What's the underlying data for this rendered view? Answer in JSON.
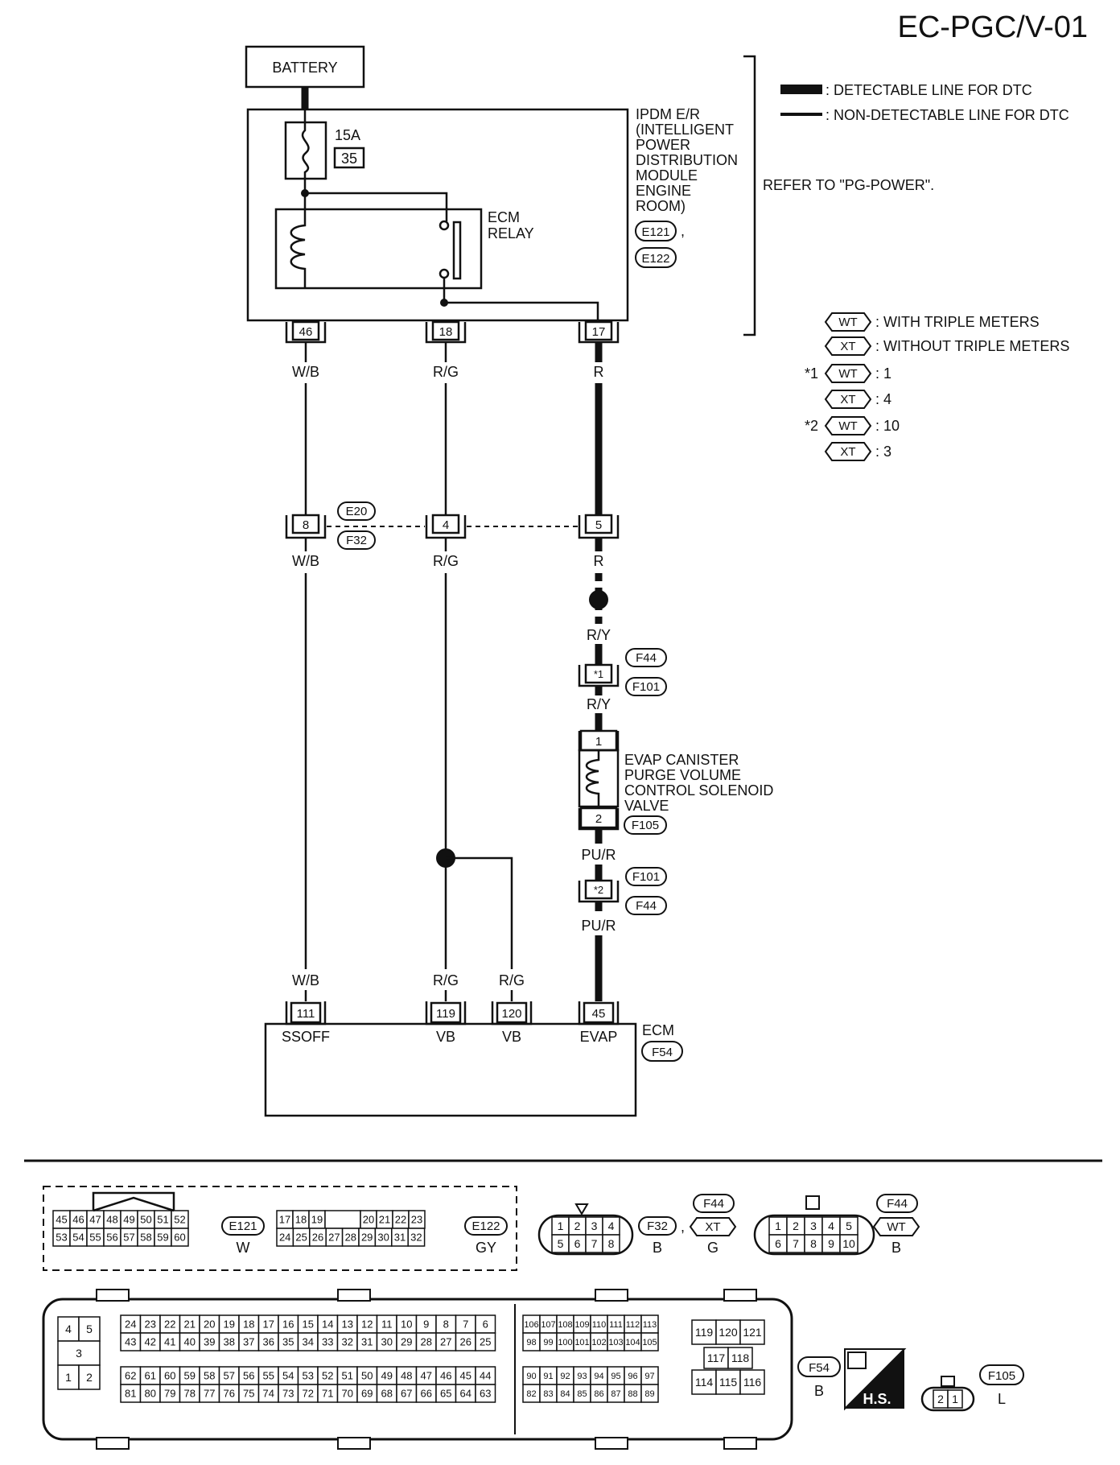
{
  "title": "EC-PGC/V-01",
  "legend": {
    "detectable": ": DETECTABLE LINE FOR DTC",
    "non_detectable": ": NON-DETECTABLE LINE FOR DTC"
  },
  "battery": "BATTERY",
  "fuse": {
    "rating": "15A",
    "number": "35"
  },
  "ipdm": {
    "lines": [
      "IPDM E/R",
      "(INTELLIGENT",
      "POWER",
      "DISTRIBUTION",
      "MODULE",
      "ENGINE",
      "ROOM)"
    ],
    "connectors": [
      "E121",
      "E122"
    ],
    "comma": ","
  },
  "ecm_relay": [
    "ECM",
    "RELAY"
  ],
  "refer": "REFER TO \"PG-POWER\".",
  "variants": {
    "wt_tag": "WT",
    "wt_text": ": WITH TRIPLE METERS",
    "xt_tag": "XT",
    "xt_text": ": WITHOUT TRIPLE METERS",
    "star1": "*1",
    "star1_wt": ": 1",
    "star1_xt": ": 4",
    "star2": "*2",
    "star2_wt": ": 10",
    "star2_xt": ": 3"
  },
  "ipdm_pins": [
    "46",
    "18",
    "17"
  ],
  "wire_colors": {
    "wb": "W/B",
    "rg": "R/G",
    "r": "R",
    "ry": "R/Y",
    "pur": "PU/R"
  },
  "joint_connector": {
    "pins": [
      "8",
      "4",
      "5"
    ],
    "upper": "E20",
    "lower": "F32"
  },
  "f44_connector": {
    "pin1": "*1",
    "pin2": "*2",
    "f44": "F44",
    "f101": "F101"
  },
  "evap_valve": {
    "lines": [
      "EVAP CANISTER",
      "PURGE VOLUME",
      "CONTROL SOLENOID",
      "VALVE"
    ],
    "pin1": "1",
    "pin2": "2",
    "connector": "F105"
  },
  "ecm": {
    "label": "ECM",
    "connector": "F54",
    "pins": [
      "111",
      "119",
      "120",
      "45"
    ],
    "signals": [
      "SSOFF",
      "VB",
      "VB",
      "EVAP"
    ]
  },
  "connector_views": {
    "e121": {
      "row1": [
        "45",
        "46",
        "47",
        "48",
        "49",
        "50",
        "51",
        "52"
      ],
      "row2": [
        "53",
        "54",
        "55",
        "56",
        "57",
        "58",
        "59",
        "60"
      ],
      "tag": "E121",
      "color": "W"
    },
    "e122": {
      "row1": [
        "17",
        "18",
        "19",
        "",
        "20",
        "21",
        "22",
        "23"
      ],
      "row2": [
        "24",
        "25",
        "26",
        "27",
        "28",
        "29",
        "30",
        "31",
        "32"
      ],
      "tag": "E122",
      "color": "GY"
    },
    "f32": {
      "row1": [
        "1",
        "2",
        "3",
        "4"
      ],
      "row2": [
        "5",
        "6",
        "7",
        "8"
      ],
      "tag": "F32",
      "color": "B",
      "comma": ","
    },
    "f44xt": {
      "tag": "F44",
      "variant": "XT",
      "color": "G"
    },
    "f44wt": {
      "row1": [
        "1",
        "2",
        "3",
        "4",
        "5"
      ],
      "row2": [
        "6",
        "7",
        "8",
        "9",
        "10"
      ],
      "tag": "F44",
      "variant": "WT",
      "color": "B"
    },
    "f54": {
      "left": [
        "4",
        "5",
        "3",
        "1",
        "2"
      ],
      "mid_row1": [
        "24",
        "23",
        "22",
        "21",
        "20",
        "19",
        "18",
        "17",
        "16",
        "15",
        "14",
        "13",
        "12",
        "11",
        "10",
        "9",
        "8",
        "7",
        "6"
      ],
      "mid_row2": [
        "43",
        "42",
        "41",
        "40",
        "39",
        "38",
        "37",
        "36",
        "35",
        "34",
        "33",
        "32",
        "31",
        "30",
        "29",
        "28",
        "27",
        "26",
        "25"
      ],
      "mid_row3": [
        "62",
        "61",
        "60",
        "59",
        "58",
        "57",
        "56",
        "55",
        "54",
        "53",
        "52",
        "51",
        "50",
        "49",
        "48",
        "47",
        "46",
        "45",
        "44"
      ],
      "mid_row4": [
        "81",
        "80",
        "79",
        "78",
        "77",
        "76",
        "75",
        "74",
        "73",
        "72",
        "71",
        "70",
        "69",
        "68",
        "67",
        "66",
        "65",
        "64",
        "63"
      ],
      "r_row1": [
        "106",
        "107",
        "108",
        "109",
        "110",
        "111",
        "112",
        "113"
      ],
      "r_row2": [
        "98",
        "99",
        "100",
        "101",
        "102",
        "103",
        "104",
        "105"
      ],
      "r_row3": [
        "90",
        "91",
        "92",
        "93",
        "94",
        "95",
        "96",
        "97"
      ],
      "r_row4": [
        "82",
        "83",
        "84",
        "85",
        "86",
        "87",
        "88",
        "89"
      ],
      "far_row1": [
        "119",
        "120",
        "121"
      ],
      "far_mid": [
        "117",
        "118"
      ],
      "far_row2": [
        "114",
        "115",
        "116"
      ],
      "tag": "F54",
      "color": "B"
    },
    "hs": "H.S.",
    "f105": {
      "pins": [
        "2",
        "1"
      ],
      "tag": "F105",
      "color": "L"
    }
  }
}
